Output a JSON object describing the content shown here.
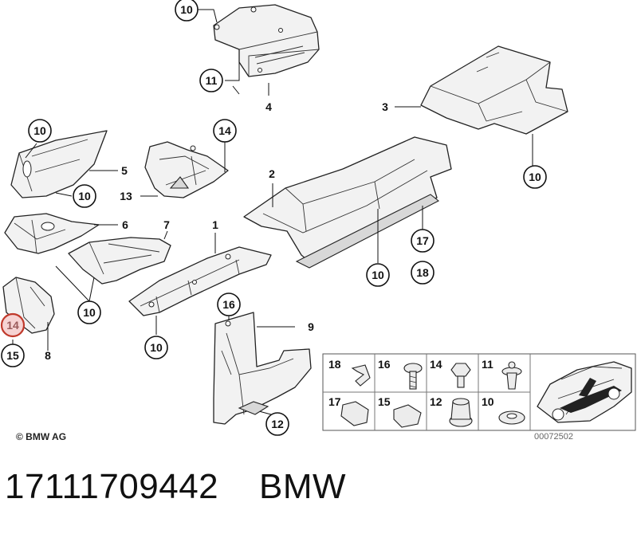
{
  "callouts": {
    "c10a": "10",
    "c11": "11",
    "c4": "4",
    "c3": "3",
    "c10b": "10",
    "c10c": "10",
    "c5": "5",
    "c10d": "10",
    "c14a": "14",
    "c13": "13",
    "c2": "2",
    "c6": "6",
    "c7": "7",
    "c1": "1",
    "c17": "17",
    "c10e": "10",
    "c18": "18",
    "c10f": "10",
    "c14b": "14",
    "c8": "8",
    "c15": "15",
    "c10g": "10",
    "c16": "16",
    "c9": "9",
    "c12": "12"
  },
  "hardware_panel": {
    "cells": [
      "18",
      "16",
      "14",
      "11",
      "17",
      "15",
      "12",
      "10"
    ]
  },
  "copyright": "© BMW AG",
  "doc_number": "00072502",
  "caption": "17111709442    BMW"
}
